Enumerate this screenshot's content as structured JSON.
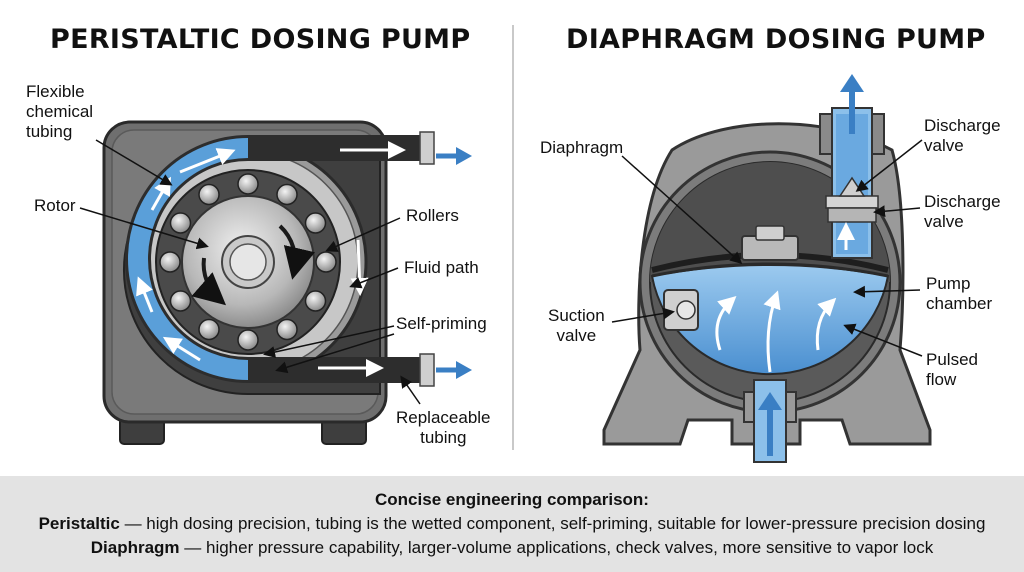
{
  "left": {
    "title": "PERISTALTIC DOSING PUMP",
    "labels": {
      "flexible_tubing": "Flexible\nchemical\ntubing",
      "rotor": "Rotor",
      "rollers": "Rollers",
      "fluid_path": "Fluid path",
      "self_priming": "Self-priming",
      "replaceable_tubing": "Replaceable\ntubing"
    }
  },
  "right": {
    "title": "DIAPHRAGM DOSING PUMP",
    "labels": {
      "diaphragm": "Diaphragm",
      "discharge_valve_1": "Discharge\nvalve",
      "discharge_valve_2": "Discharge\nvalve",
      "pump_chamber": "Pump\nchamber",
      "suction_valve": "Suction\nvalve",
      "pulsed_flow": "Pulsed\nflow"
    }
  },
  "comparison": {
    "heading": "Concise engineering comparison:",
    "peristaltic_term": "Peristaltic",
    "peristaltic_text": " — high dosing precision, tubing is the wetted component, self-priming, suitable for lower-pressure precision dosing",
    "diaphragm_term": "Diaphragm",
    "diaphragm_text": " — higher pressure capability, larger-volume applications, check valves, more sensitive to vapor lock"
  },
  "colors": {
    "fluid_blue": "#4f97d6",
    "fluid_light": "#8cc0ea",
    "housing_gray": "#6e6e6e",
    "housing_dark": "#4a4a4a",
    "metal_light": "#d4d4d4",
    "panel_bg": "#e3e3e3"
  }
}
